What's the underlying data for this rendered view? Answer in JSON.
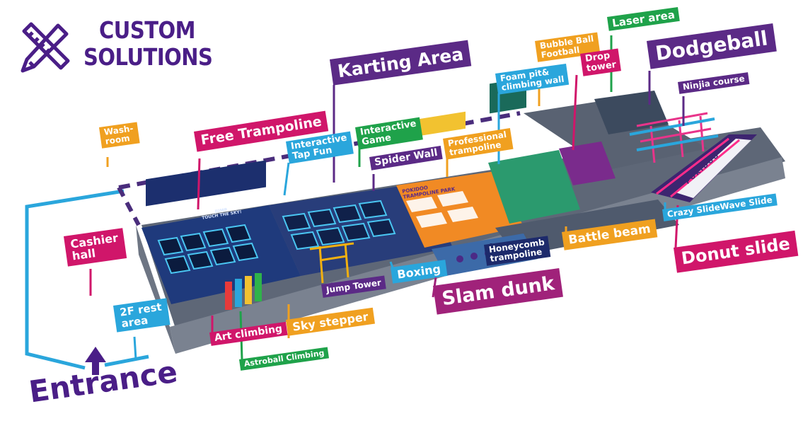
{
  "brand": {
    "title_line1": "CUSTOM",
    "title_line2": "SOLUTIONS",
    "color": "#4a1e87"
  },
  "entrance_label": "Entrance",
  "colors": {
    "purple": "#5b2a86",
    "magenta": "#d0166a",
    "blue": "#2aa6dc",
    "green": "#1fa24a",
    "orange": "#f0a020",
    "navy": "#1d2a6b",
    "path": "#4a2d7c"
  },
  "labels": {
    "washroom": "Wash-\nroom",
    "free_trampoline": "Free Trampoline",
    "karting_area": "Karting Area",
    "interactive_tap_fun": "Interactive\nTap Fun",
    "interactive_game": "Interactive\nGame",
    "spider_wall": "Spider Wall",
    "professional_trampoline": "Professional\ntrampoline",
    "foam_pit": "Foam pit&\nclimbing wall",
    "bubble_ball": "Bubble Ball\nFootball",
    "drop_tower": "Drop\ntower",
    "laser_area": "Laser area",
    "dodgeball": "Dodgeball",
    "ninja_course": "Ninjia course",
    "cashier_hall": "Cashier\nhall",
    "rest_area": "2F rest\narea",
    "jump_tower": "Jump Tower",
    "boxing": "Boxing",
    "honeycomb": "Honeycomb\ntrampoline",
    "battle_beam": "Battle beam",
    "crazy_slide": "Crazy SlideWave Slide",
    "donut_slide": "Donut slide",
    "slam_dunk": "Slam dunk",
    "art_climbing": "Art climbing",
    "sky_stepper": "Sky stepper",
    "astroball": "Astroball Climbing"
  },
  "park_signs": {
    "jump_wall": "JUMP\nTOUCH THE SKY!",
    "pokidoo": "POKIDOO\nTRAMPOLINE PARK",
    "slide_brand": "POKIDOO"
  }
}
